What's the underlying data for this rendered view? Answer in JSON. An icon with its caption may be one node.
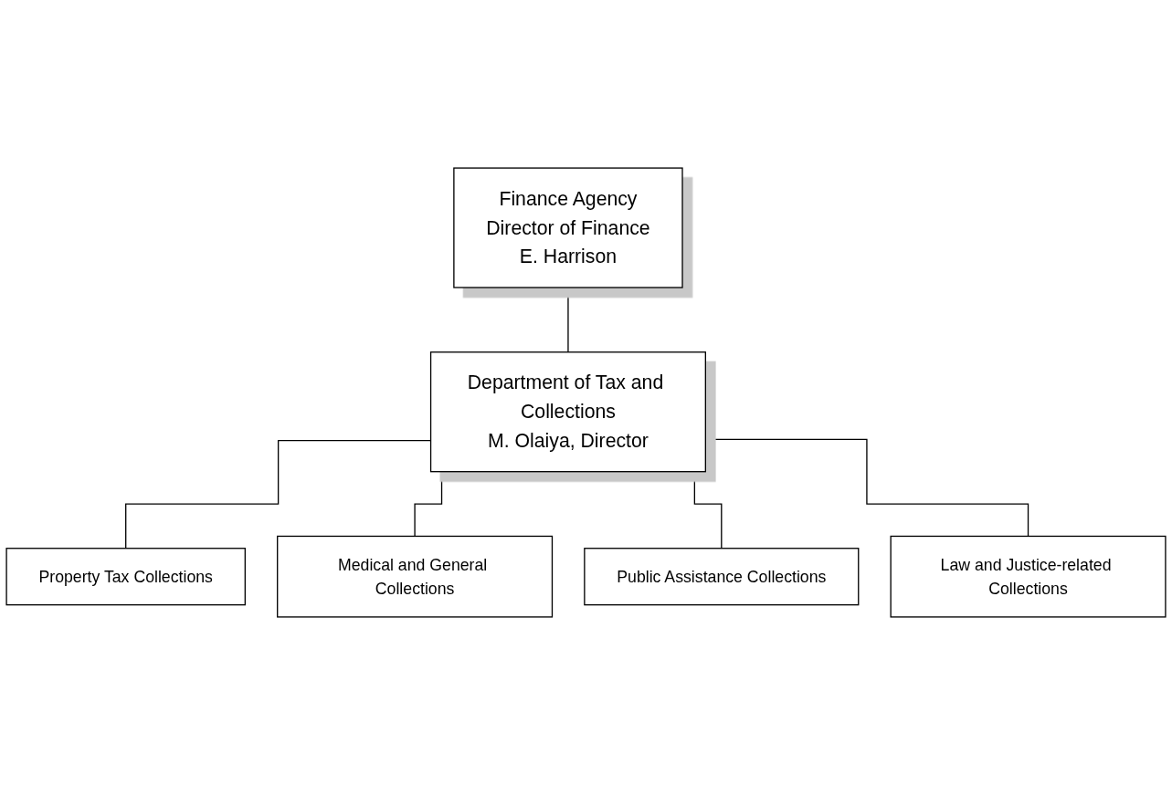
{
  "diagram": {
    "nodes": [
      {
        "text": [
          "Finance Agency",
          "Director of Finance",
          "E. Harrison"
        ]
      },
      {
        "text": [
          "Department of Tax and Collections",
          "M. Olaiya, Director"
        ]
      },
      {
        "text": [
          "Property Tax Collections"
        ]
      },
      {
        "text": [
          "Medical and General Collections"
        ]
      },
      {
        "text": [
          "Public Assistance Collections"
        ]
      },
      {
        "text": [
          "Law and Justice-related Collections"
        ]
      }
    ],
    "edges": [
      {
        "from": 0,
        "to": 1,
        "arrow": "none"
      },
      {
        "from": 1,
        "to": 2,
        "arrow": "none"
      },
      {
        "from": 1,
        "to": 3,
        "arrow": "none"
      },
      {
        "from": 1,
        "to": 4,
        "arrow": "none"
      },
      {
        "from": 1,
        "to": 5,
        "arrow": "none"
      }
    ]
  }
}
